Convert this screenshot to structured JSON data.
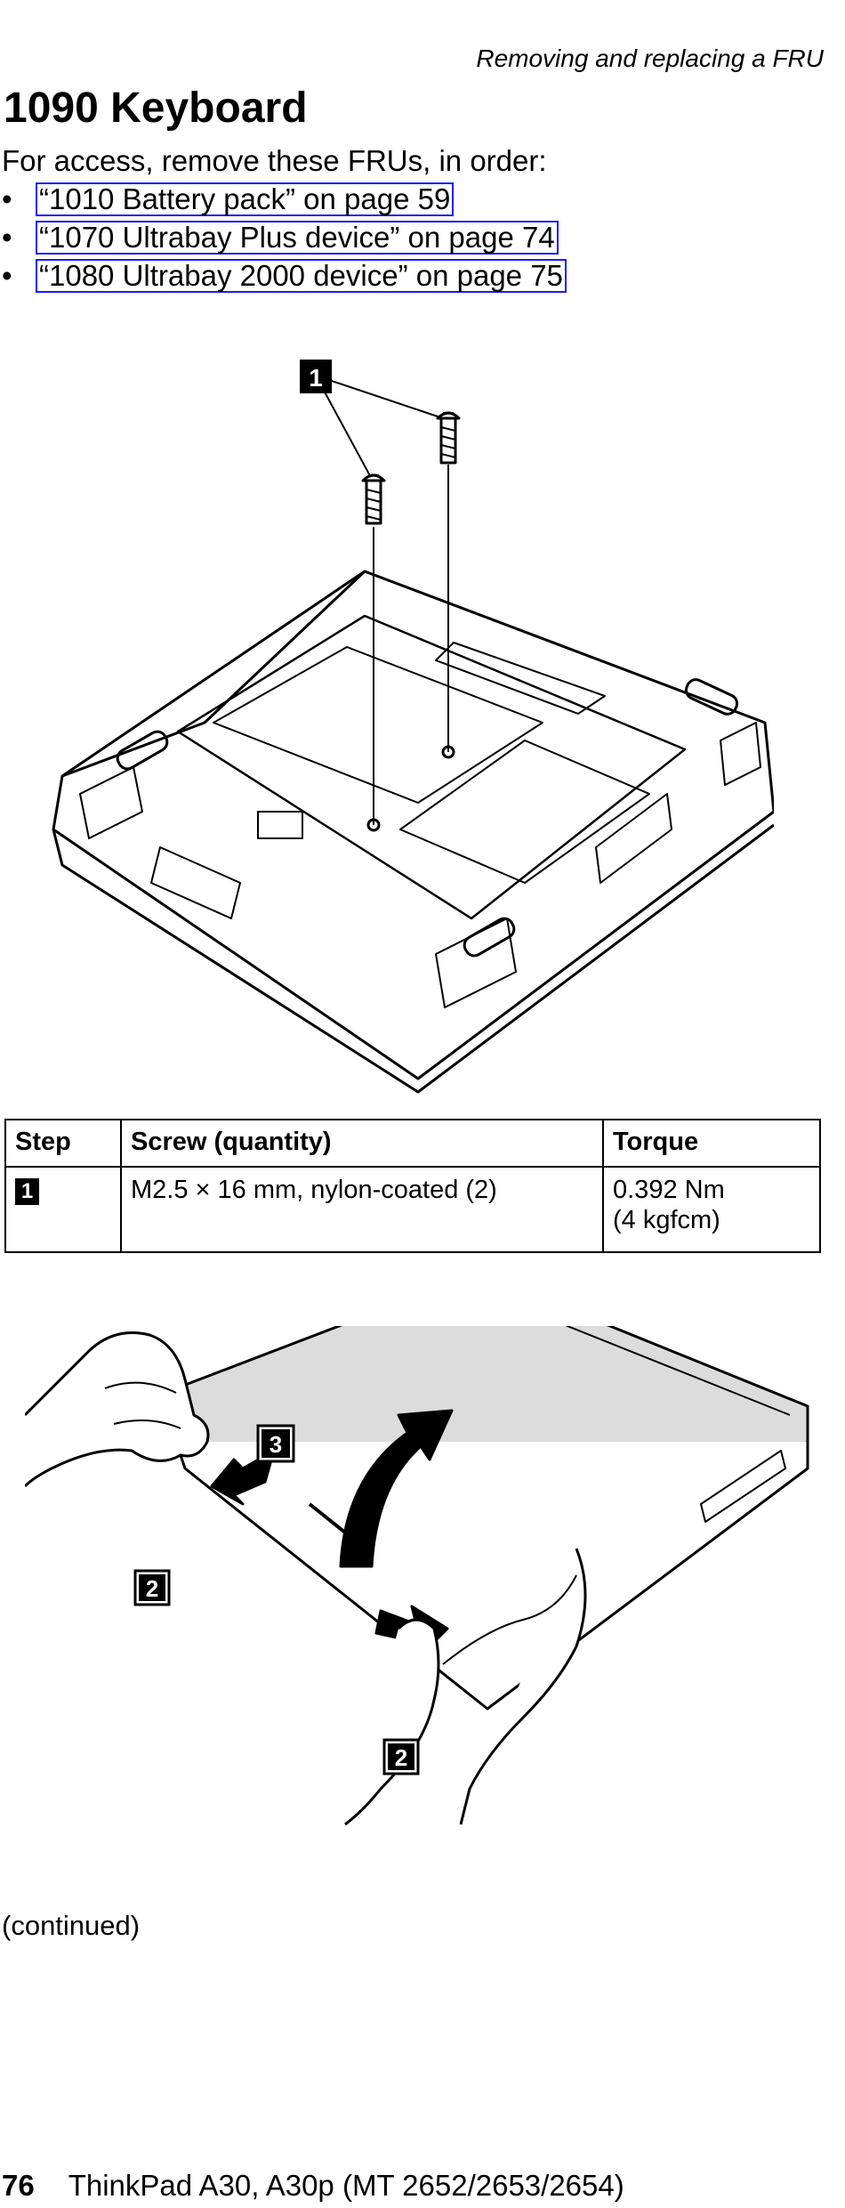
{
  "header": {
    "running_title": "Removing and replacing a FRU"
  },
  "title": "1090 Keyboard",
  "intro": "For access, remove these FRUs, in order:",
  "prerequisites": [
    {
      "bullet": "•",
      "text": "“1010 Battery pack” on page 59"
    },
    {
      "bullet": "•",
      "text": "“1070 Ultrabay Plus device” on page 74"
    },
    {
      "bullet": "•",
      "text": "“1080 Ultrabay 2000 device” on page 75"
    }
  ],
  "figure1": {
    "callouts": [
      "1"
    ]
  },
  "table": {
    "headers": [
      "Step",
      "Screw (quantity)",
      "Torque"
    ],
    "rows": [
      {
        "step": "1",
        "screw": "M2.5 × 16 mm, nylon-coated (2)",
        "torque_line1": "0.392 Nm",
        "torque_line2": "(4 kgfcm)"
      }
    ]
  },
  "figure2": {
    "callouts": [
      "3",
      "2",
      "2"
    ]
  },
  "continued": "(continued)",
  "footer": {
    "page_number": "76",
    "book_title": "ThinkPad A30, A30p (MT 2652/2653/2654)"
  },
  "colors": {
    "link_border": "#1a1aff",
    "callout_bg": "#000000",
    "laptop_lid": "#dcdcdc"
  }
}
